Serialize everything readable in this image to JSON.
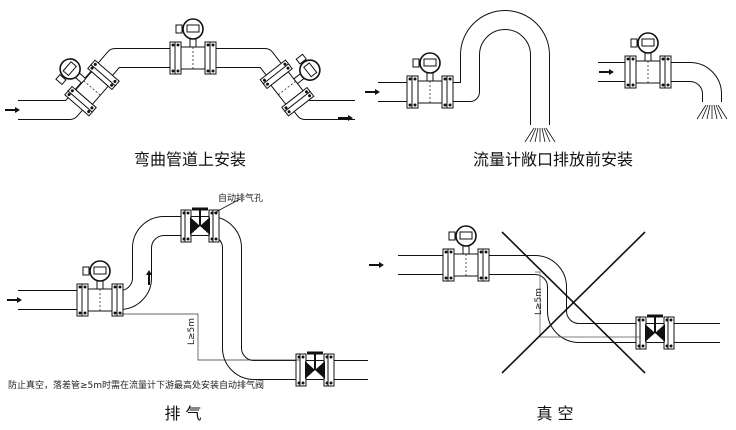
{
  "panels": {
    "bent_pipe": {
      "caption": "弯曲管道上安装"
    },
    "open_discharge": {
      "caption": "流量计敞口排放前安装"
    },
    "exhaust": {
      "caption": "排 气",
      "vent_label": "自动排气孔",
      "dimension": "L≥5m",
      "note": "防止真空，落差管≥5m时需在流量计下游最高处安装自动排气阀"
    },
    "vacuum": {
      "caption": "真 空",
      "dimension": "L≥5m",
      "status": "incorrect"
    }
  },
  "colors": {
    "line": "#111111",
    "dim_line": "#555555"
  }
}
